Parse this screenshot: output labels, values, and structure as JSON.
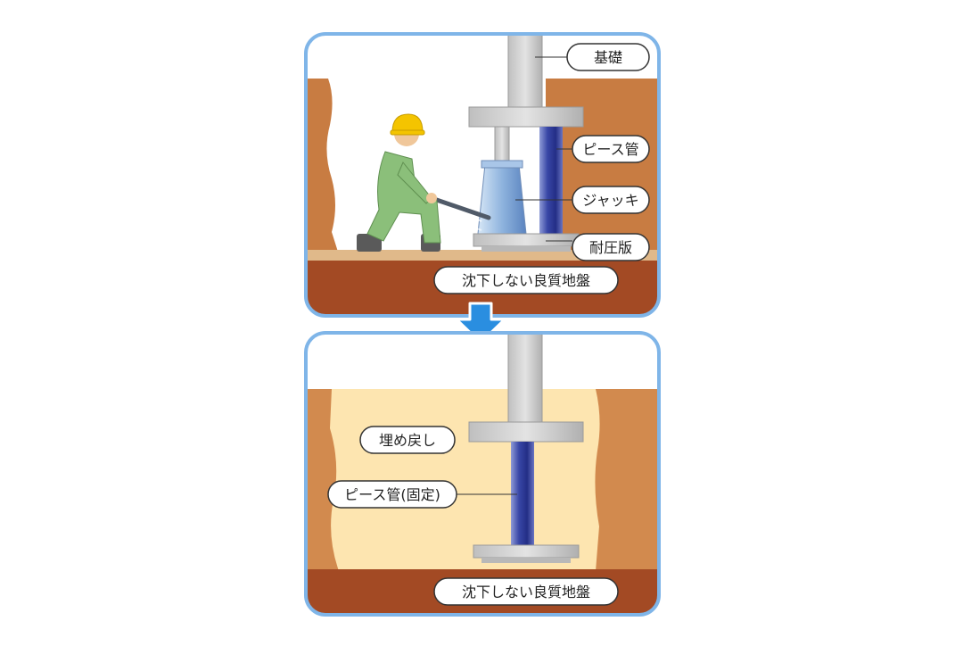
{
  "panel_top": {
    "labels": {
      "foundation": "基礎",
      "pipe": "ピース管",
      "jack": "ジャッキ",
      "plate": "耐圧版",
      "ground": "沈下しない良質地盤"
    }
  },
  "panel_bottom": {
    "labels": {
      "backfill": "埋め戻し",
      "pipe_fixed": "ピース管(固定)",
      "ground": "沈下しない良質地盤"
    }
  },
  "colors": {
    "frame": "#7fb5e8",
    "soil": "#c87c42",
    "soil_light": "#e8b880",
    "bedrock": "#a34a24",
    "backfill": "#fde5b0",
    "concrete": "#c8c8c8",
    "pipe": "#2f3a93",
    "worker": "#8bbf7a",
    "helmet": "#f4c400",
    "arrow": "#2a8ee0"
  },
  "icons": {
    "step_arrow": "arrow-down-icon"
  }
}
